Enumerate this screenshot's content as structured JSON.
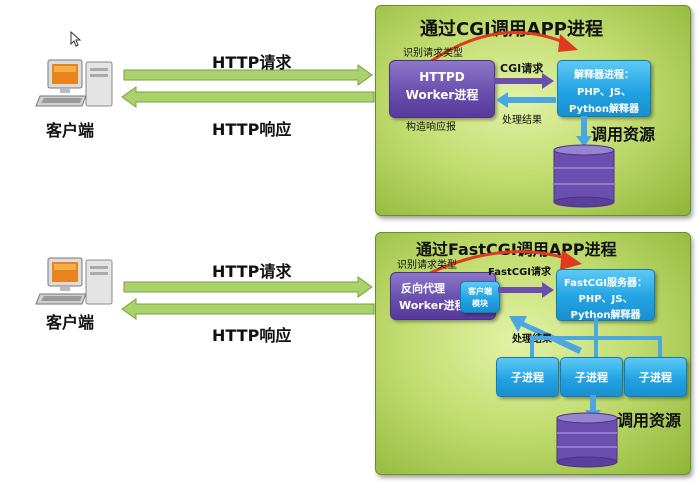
{
  "top": {
    "title": "通过CGI调用APP进程",
    "request_label": "HTTP请求",
    "response_label": "HTTP响应",
    "client_label": "客户端",
    "identify_label": "识别请求类型",
    "build_label": "构造响应报",
    "worker_line1": "HTTPD",
    "worker_line2": "Worker进程",
    "cgi_request_label": "CGI请求",
    "result_label": "处理结果",
    "interpreter_line1": "解释器进程：",
    "interpreter_line2": "PHP、JS、",
    "interpreter_line3": "Python解释器",
    "resource_label": "调用资源"
  },
  "bottom": {
    "title": "通过FastCGI调用APP进程",
    "request_label": "HTTP请求",
    "response_label": "HTTP响应",
    "client_label": "客户端",
    "identify_label": "识别请求类型",
    "proxy_line1": "反向代理",
    "proxy_line2": "Worker进程",
    "client_module_line1": "客户端",
    "client_module_line2": "模块",
    "fastcgi_request_label": "FastCGI请求",
    "server_line1": "FastCGI服务器：",
    "server_line2": "PHP、JS、",
    "server_line3": "Python解释器",
    "result_label": "处理结果",
    "child_processes": [
      "子进程",
      "子进程",
      "子进程"
    ],
    "resource_label": "调用资源"
  },
  "colors": {
    "arrow_green": "#a9d26a",
    "panel_green": "#c4de73",
    "worker_purple": "#6a4fae",
    "server_blue": "#22a3e3",
    "curve_red": "#e03a1e"
  }
}
